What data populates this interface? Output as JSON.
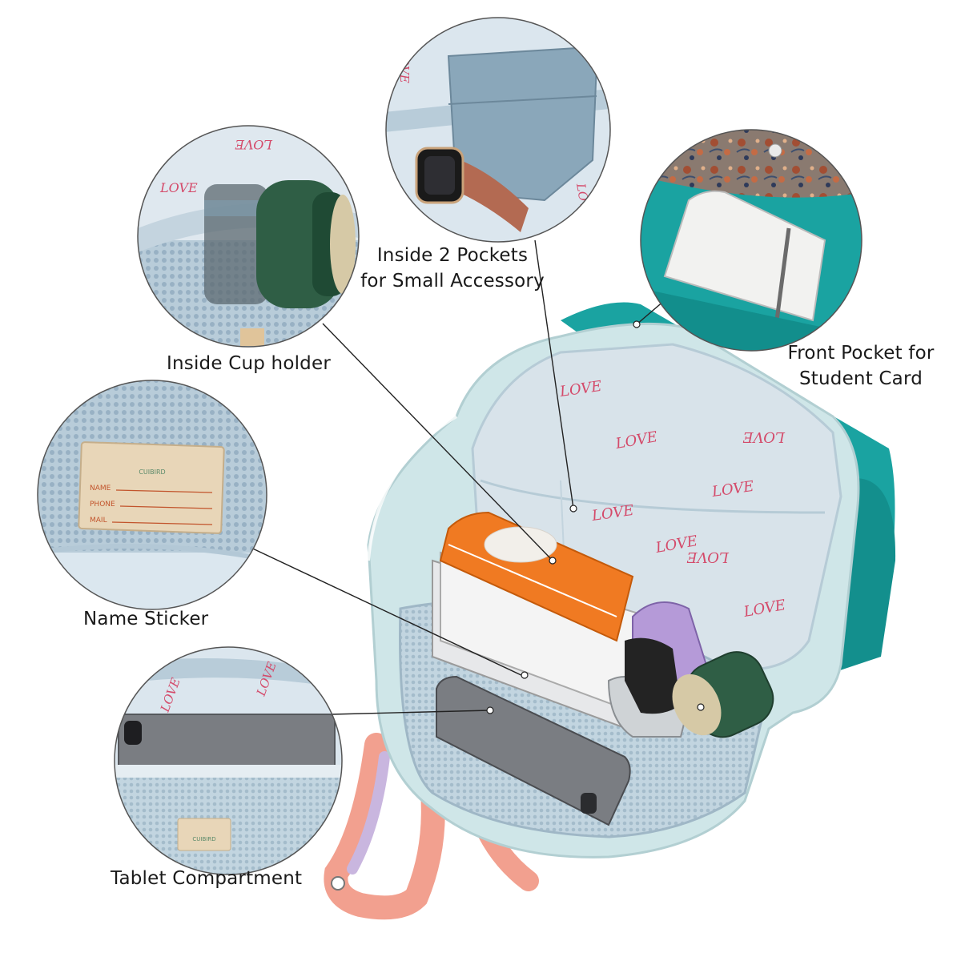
{
  "callouts": {
    "small_accessory": {
      "line1": "Inside 2 Pockets",
      "line2": "for Small Accessory"
    },
    "front_pocket": {
      "line1": "Front Pocket for",
      "line2": "Student Card"
    },
    "cup_holder": {
      "text": "Inside Cup holder"
    },
    "name_sticker": {
      "text": "Name Sticker"
    },
    "tablet": {
      "text": "Tablet Compartment"
    }
  },
  "printed_text": {
    "pattern_word": "LOVE",
    "brand": "CUIBIRD",
    "sticker_fields": [
      "NAME",
      "PHONE",
      "MAIL"
    ]
  },
  "colors": {
    "bag_body": "#cfe6e8",
    "bag_lining": "#d8e3ea",
    "bag_accent": "#1aa3a1",
    "floral": "#7a5a4a",
    "handle_pink": "#f2a08f",
    "handle_lilac": "#c9b6df",
    "notebook_orange": "#f07a22",
    "bottle_green": "#2f5e45",
    "tablet_gray": "#7a7d82",
    "umbrella_purple": "#b59ad8",
    "mesh_blue": "#a9c2d2",
    "sticker_tan": "#e8d6b8"
  }
}
